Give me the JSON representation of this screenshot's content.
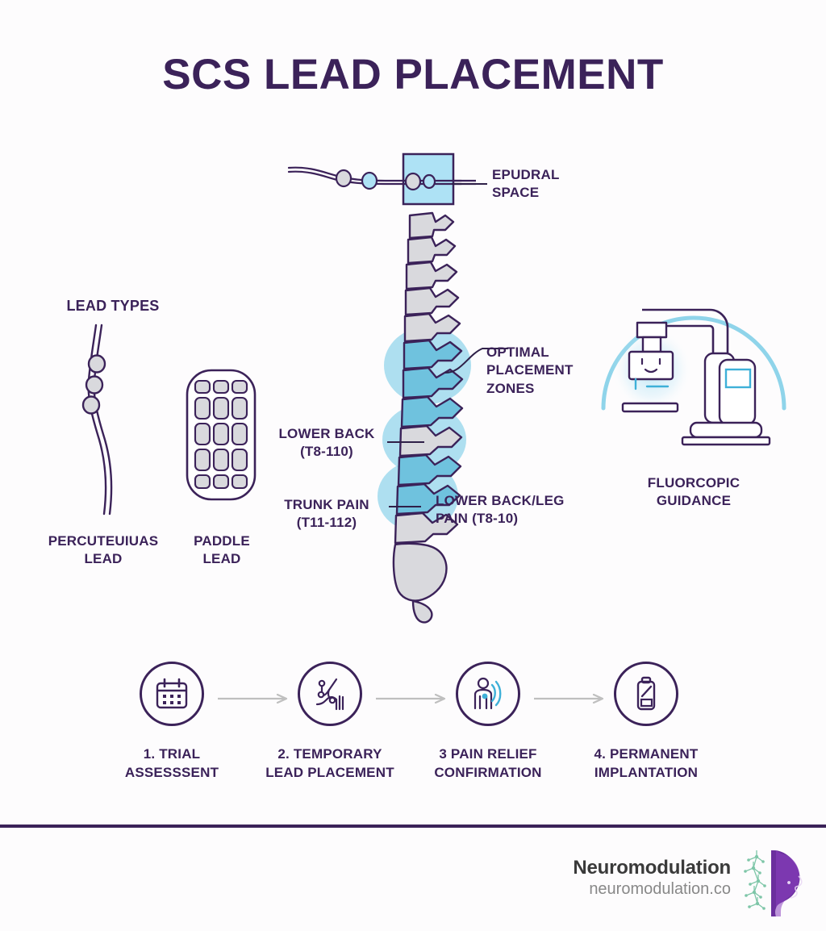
{
  "page": {
    "title": "SCS LEAD PLACEMENT",
    "background_color": "#fdfcfd",
    "accent_purple": "#3b2259",
    "accent_blue": "#5ab4d6",
    "zone_blue": "#8fd4ea",
    "light_blue_fill": "#aee2f5",
    "gray_fill": "#d9d9dd"
  },
  "lead_types": {
    "heading": "LEAD TYPES",
    "items": [
      {
        "name": "percutaneous",
        "label": "PERCUTEUIUAS\nLEAD",
        "electrode_count": 3
      },
      {
        "name": "paddle",
        "label": "PADDLE\nLEAD",
        "electrode_rows": 5,
        "electrode_cols": 3
      }
    ]
  },
  "spine_diagram": {
    "callouts": [
      {
        "name": "epidural-space",
        "label": "EPUDRAL\nSPACE"
      },
      {
        "name": "optimal-zones",
        "label": "OPTIMAL\nPLACEMENT\nZONES"
      },
      {
        "name": "lower-back",
        "label": "LOWER BACK\n(T8-110)"
      },
      {
        "name": "trunk-pain",
        "label": "TRUNK PAIN\n(T11-112)"
      },
      {
        "name": "lower-back-leg",
        "label": "LOWER BACK/LEG\nPAIN (T8-10)"
      }
    ],
    "zone_count": 3
  },
  "fluoroscopy": {
    "label": "FLUORCOPIC\nGUIDANCE"
  },
  "workflow": {
    "steps": [
      {
        "label": "1. TRIAL\nASSESSSENT",
        "icon": "calendar-icon"
      },
      {
        "label": "2. TEMPORARY\nLEAD PLACEMENT",
        "icon": "lead-placement-icon"
      },
      {
        "label": "3 PAIN RELIEF\nCONFIRMATION",
        "icon": "patient-signal-icon"
      },
      {
        "label": "4. PERMANENT\nIMPLANTATION",
        "icon": "battery-implant-icon"
      }
    ],
    "connector": "arrow-right-icon"
  },
  "footer": {
    "brand_name": "Neuromodulation",
    "brand_url": "neuromodulation.co",
    "logo": "head-profile-molecule-logo"
  }
}
